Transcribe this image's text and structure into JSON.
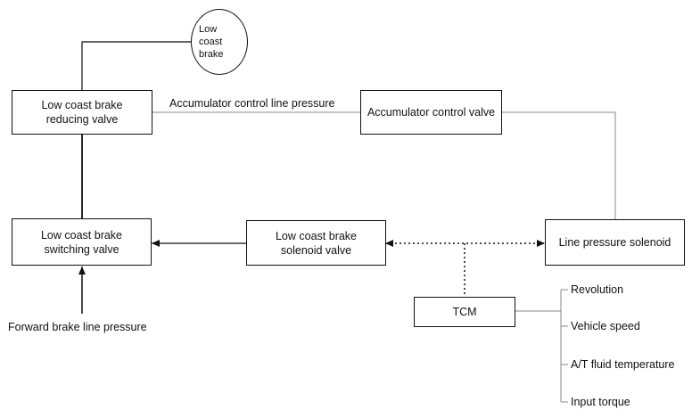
{
  "nodes": {
    "low_coast_brake": "Low coast brake",
    "reducing_valve": "Low coast brake reducing valve",
    "accumulator_control_valve": "Accumulator control valve",
    "switching_valve": "Low coast brake switching valve",
    "solenoid_valve": "Low coast brake solenoid valve",
    "line_pressure_solenoid": "Line pressure solenoid",
    "tcm": "TCM"
  },
  "edge_labels": {
    "accumulator_line": "Accumulator control line pressure",
    "forward_brake": "Forward brake line pressure"
  },
  "tcm_inputs": [
    "Revolution",
    "Vehicle speed",
    "A/T fluid temperature",
    "Input torque"
  ]
}
